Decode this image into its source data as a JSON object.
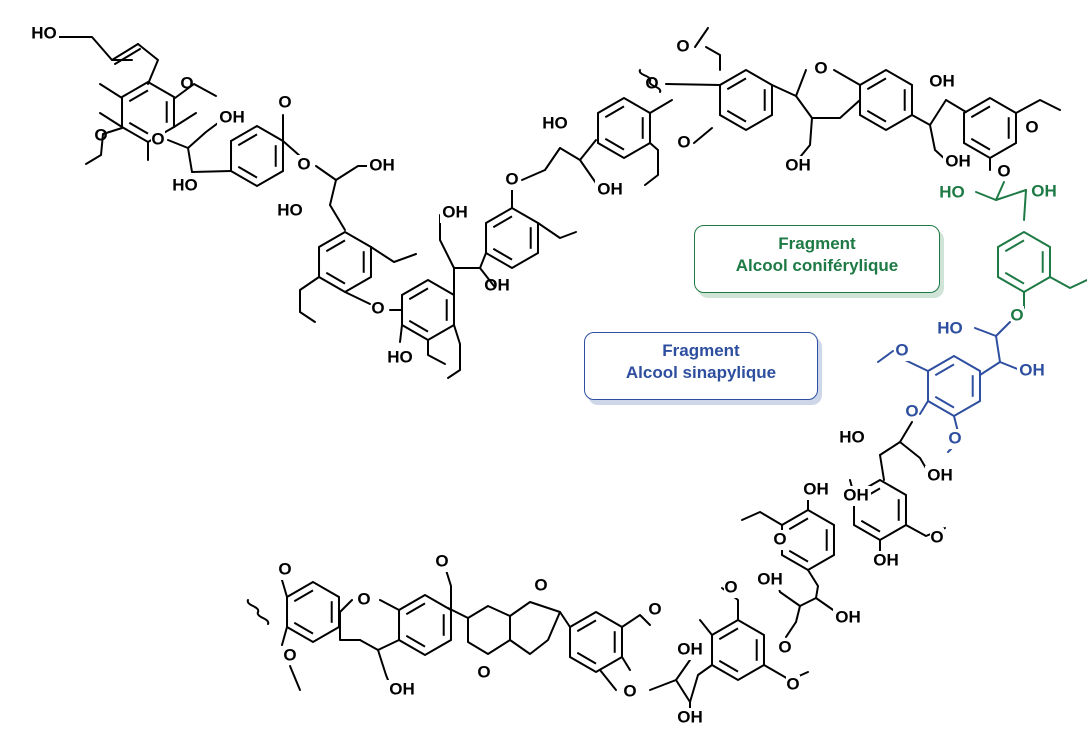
{
  "labels": {
    "OH": "OH",
    "HO": "HO",
    "O": "O"
  },
  "callouts": {
    "coniferyl": {
      "line1": "Fragment",
      "line2": "Alcool coniférylique",
      "color": "#1e7a45"
    },
    "sinapyl": {
      "line1": "Fragment",
      "line2": "Alcool sinapylique",
      "color": "#2e4f9f"
    }
  },
  "colors": {
    "bonds": "#000000",
    "coniferyl": "#1e7a45",
    "sinapyl": "#2e4f9f"
  }
}
